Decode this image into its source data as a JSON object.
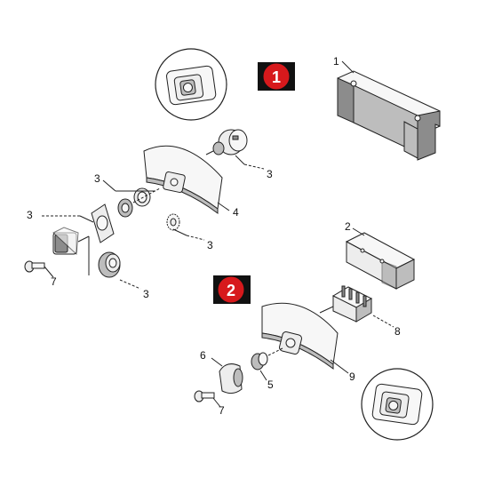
{
  "steps": [
    {
      "number": "1",
      "color": "#d7191c"
    },
    {
      "number": "2",
      "color": "#d7191c"
    }
  ],
  "callouts": {
    "c1": "1",
    "c2": "2",
    "c3a": "3",
    "c3b": "3",
    "c3c": "3",
    "c3d": "3",
    "c3e": "3",
    "c4": "4",
    "c5": "5",
    "c6": "6",
    "c7a": "7",
    "c7b": "7",
    "c8": "8",
    "c9": "9"
  }
}
